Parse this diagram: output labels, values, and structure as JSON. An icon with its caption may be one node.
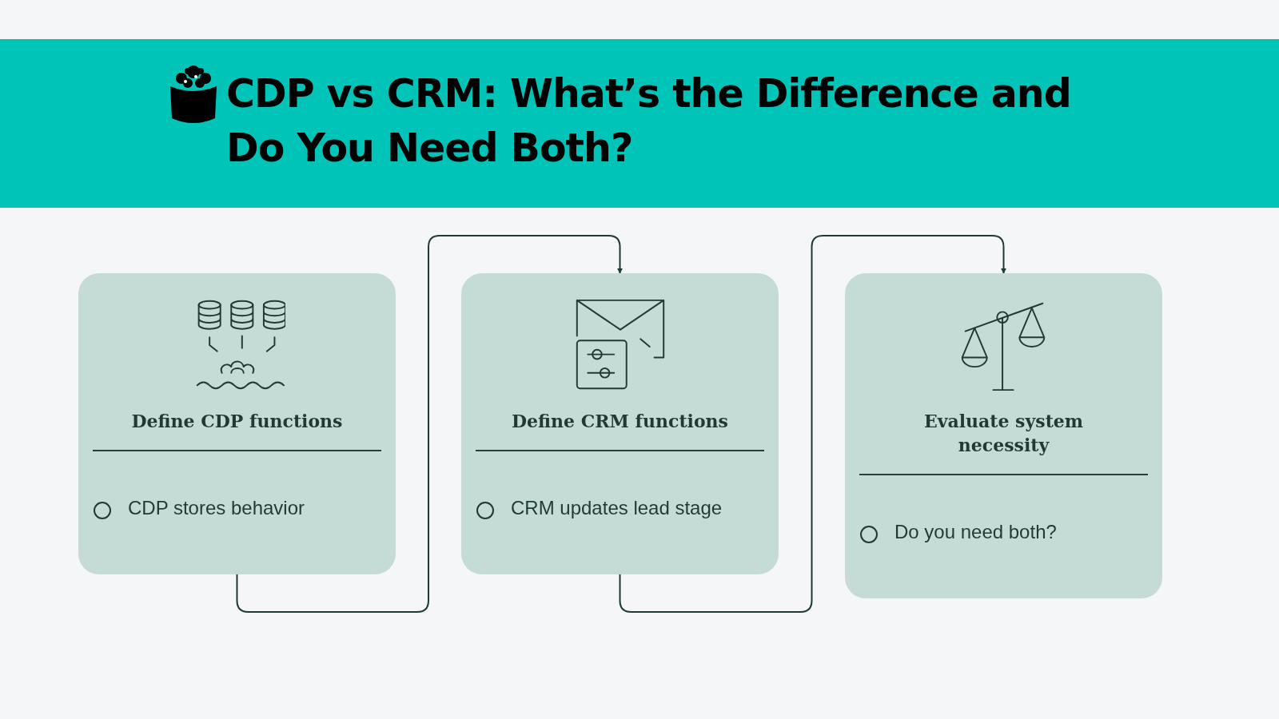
{
  "diagram": {
    "title": "CDP vs CRM: What’s the Difference and Do You Need Both?",
    "nodes": [
      {
        "text": [
          "Define CDP functions",
          "CDP stores behavior"
        ]
      },
      {
        "text": [
          "Define CRM functions",
          "CRM updates lead stage"
        ]
      },
      {
        "text": [
          "Evaluate system necessity",
          "Do you need both?"
        ]
      }
    ],
    "edges": [
      {
        "from": 0,
        "to": 1,
        "arrow": "to"
      },
      {
        "from": 1,
        "to": 2,
        "arrow": "to"
      }
    ]
  }
}
